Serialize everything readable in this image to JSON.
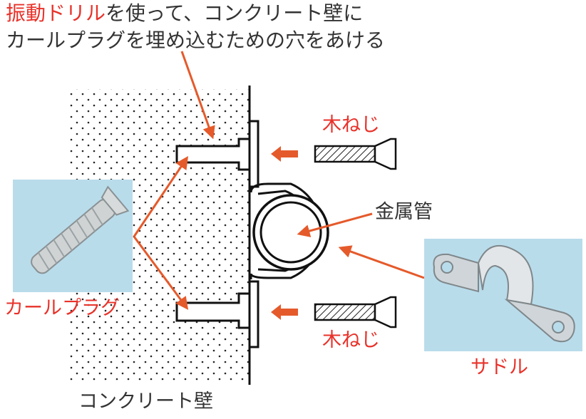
{
  "title": {
    "line1_highlight": "振動ドリル",
    "line1_rest": "を使って、コンクリート壁に",
    "line2": "カールプラグを埋め込むための穴をあける"
  },
  "labels": {
    "screw_top": "木ねじ",
    "screw_bottom": "木ねじ",
    "metal_pipe": "金属管",
    "curl_plug": "カールプラグ",
    "saddle": "サドル",
    "concrete_wall": "コンクリート壁"
  },
  "colors": {
    "accent_red": "#e8322a",
    "arrow_orange": "#e55a2b",
    "text_dark": "#333333",
    "photo_bg": "#b9dceb"
  }
}
